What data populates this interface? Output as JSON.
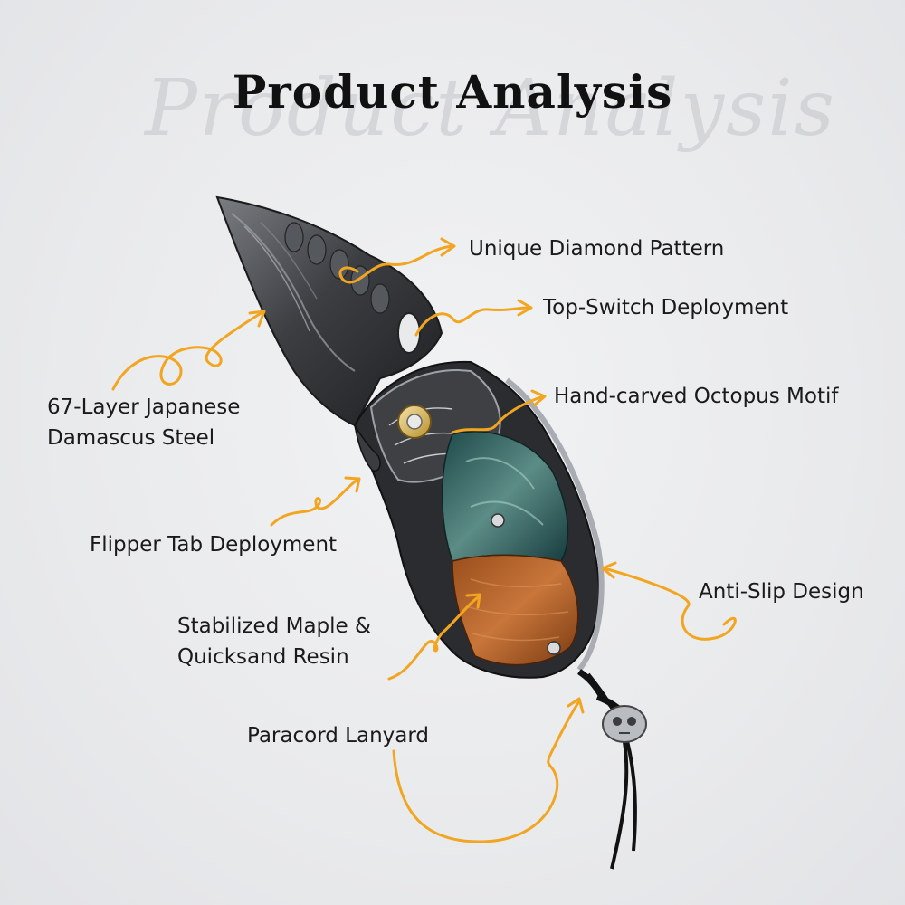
{
  "title": "Product Analysis",
  "title_watermark": "Product Analysis",
  "accent_color": "#f2a520",
  "labels": {
    "pattern": "Unique Diamond Pattern",
    "top_switch": "Top-Switch Deployment",
    "octopus": "Hand-carved Octopus Motif",
    "damascus_line1": "67-Layer Japanese",
    "damascus_line2": "Damascus Steel",
    "flipper": "Flipper Tab Deployment",
    "anti_slip": "Anti-Slip Design",
    "maple_line1": "Stabilized Maple &",
    "maple_line2": "Quicksand Resin",
    "lanyard": "Paracord Lanyard"
  }
}
